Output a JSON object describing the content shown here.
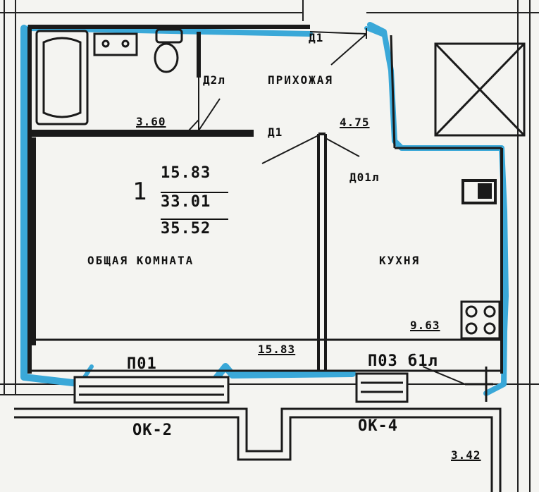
{
  "colors": {
    "accent_blue": "#3aa8d8",
    "wall": "#1a1a1a",
    "paper": "#f4f4f1"
  },
  "rooms": {
    "living": {
      "number": "1",
      "area_living": "15.83",
      "area_total": "33.01",
      "area_with_balcony": "35.52",
      "name": "ОБЩАЯ КОМНАТА"
    },
    "hallway": {
      "name": "ПРИХОЖАЯ",
      "area": "4.75"
    },
    "bathroom": {
      "area": "3.60"
    },
    "kitchen": {
      "name": "КУХНЯ",
      "area": "9.63"
    },
    "living_floor_area": "15.83"
  },
  "doors": {
    "d1_top": "Д1",
    "d2": "Д2л",
    "d1_mid": "Д1",
    "d01": "Д01л"
  },
  "floors": {
    "p01": "П01",
    "p03": "П03 б1л"
  },
  "windows": {
    "ok2": "ОК-2",
    "ok4": "ОК-4"
  },
  "dimensions": {
    "bottom_right": "3.42"
  }
}
